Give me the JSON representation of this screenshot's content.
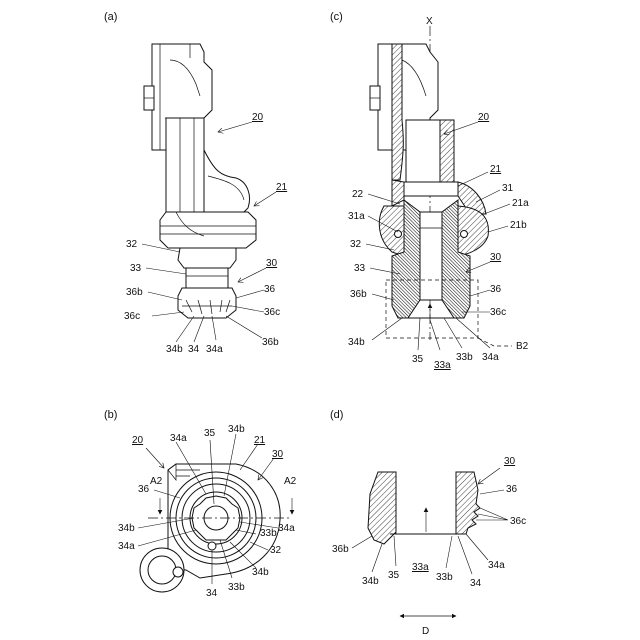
{
  "panels": {
    "a": {
      "label": "(a)",
      "refs": {
        "r20": "20",
        "r21": "21",
        "r30": "30",
        "r32": "32",
        "r33": "33",
        "r36b_top": "36b",
        "r36": "36",
        "r36c_left": "36c",
        "r36c_right": "36c",
        "r34b": "34b",
        "r34": "34",
        "r34a": "34a",
        "r36b_bottom": "36b"
      }
    },
    "b": {
      "label": "(b)",
      "refs": {
        "r20": "20",
        "r34a_top": "34a",
        "r35": "35",
        "r34b_top": "34b",
        "r21": "21",
        "r30": "30",
        "rA2_left": "A2",
        "rA2_right": "A2",
        "r36": "36",
        "r34b_left": "34b",
        "r34a_right": "34a",
        "r34a_left": "34a",
        "r33b_right": "33b",
        "r32": "32",
        "r34b_bottom": "34b",
        "r34": "34",
        "r33b_bottom": "33b"
      }
    },
    "c": {
      "label": "(c)",
      "refs": {
        "rX": "X",
        "r20": "20",
        "r21": "21",
        "r22": "22",
        "r31": "31",
        "r21a": "21a",
        "r31a": "31a",
        "r21b": "21b",
        "r32": "32",
        "r30": "30",
        "r33": "33",
        "r36b": "36b",
        "r36": "36",
        "r36c": "36c",
        "r34b": "34b",
        "r35": "35",
        "r33a": "33a",
        "r33b": "33b",
        "r34a": "34a",
        "rB2": "B2"
      }
    },
    "d": {
      "label": "(d)",
      "refs": {
        "r30": "30",
        "r36": "36",
        "r36c": "36c",
        "r36b": "36b",
        "r33a": "33a",
        "r34a": "34a",
        "r34b": "34b",
        "r35": "35",
        "r33b": "33b",
        "r34": "34",
        "rD": "D"
      }
    }
  }
}
